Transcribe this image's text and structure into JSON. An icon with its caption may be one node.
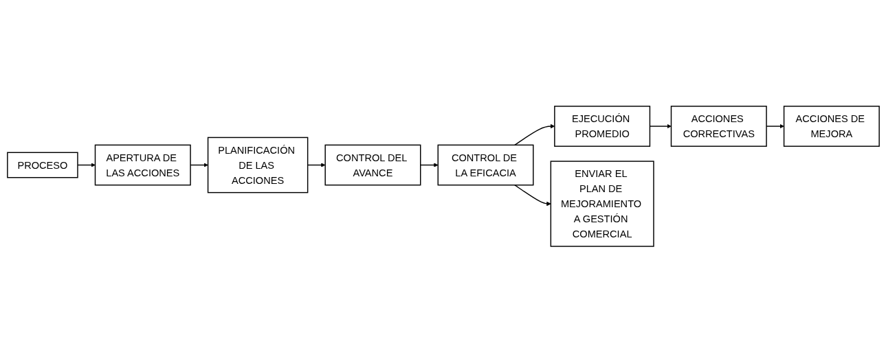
{
  "diagram": {
    "nodes": [
      {
        "text": [
          "PROCESO"
        ]
      },
      {
        "text": [
          "APERTURA DE LAS ACCIONES"
        ]
      },
      {
        "text": [
          "PLANIFICACIÓN DE LAS ACCIONES"
        ]
      },
      {
        "text": [
          "CONTROL DEL AVANCE"
        ]
      },
      {
        "text": [
          "ACCIONES DE MEJORA"
        ]
      },
      {
        "text": [
          "ACCIONES CORRECTIVAS"
        ]
      },
      {
        "text": [
          "EJECUCIÓN PROMEDIO"
        ]
      },
      {
        "text": [
          "CONTROL DE LA EFICACIA"
        ]
      },
      {
        "text": [
          "ENVIAR EL PLAN DE MEJORAMIENTO A GESTIÓN COMERCIAL"
        ]
      }
    ],
    "edges": [
      {
        "from": 0,
        "to": 1,
        "arrow": "to"
      },
      {
        "from": 1,
        "to": 2,
        "arrow": "to"
      },
      {
        "from": 2,
        "to": 3,
        "arrow": "to"
      },
      {
        "from": 3,
        "to": 7,
        "arrow": "to"
      },
      {
        "from": 7,
        "to": 6,
        "arrow": "to"
      },
      {
        "from": 6,
        "to": 5,
        "arrow": "to"
      },
      {
        "from": 5,
        "to": 4,
        "arrow": "to"
      },
      {
        "from": 7,
        "to": 8,
        "arrow": "to"
      }
    ]
  }
}
